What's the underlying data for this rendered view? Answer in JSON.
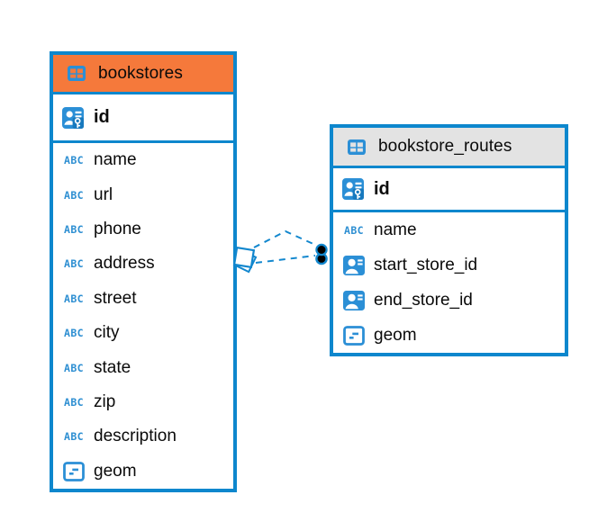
{
  "diagram": {
    "type": "entity-relationship",
    "abc_icon_label": "ABC",
    "colors": {
      "table_border_blue": "#0d87cd",
      "icon_blue": "#2b8fd6",
      "connector_blue": "#1287ce",
      "bookstores_header_orange": "#f5793b",
      "routes_header_gray": "#e3e3e3",
      "text_black": "#0a0a0a"
    },
    "tables": [
      {
        "name": "bookstores",
        "columns": [
          {
            "name": "id",
            "icon": "primary-key-icon"
          },
          {
            "name": "name",
            "icon": "text-type-icon"
          },
          {
            "name": "url",
            "icon": "text-type-icon"
          },
          {
            "name": "phone",
            "icon": "text-type-icon"
          },
          {
            "name": "address",
            "icon": "text-type-icon"
          },
          {
            "name": "street",
            "icon": "text-type-icon"
          },
          {
            "name": "city",
            "icon": "text-type-icon"
          },
          {
            "name": "state",
            "icon": "text-type-icon"
          },
          {
            "name": "zip",
            "icon": "text-type-icon"
          },
          {
            "name": "description",
            "icon": "text-type-icon"
          },
          {
            "name": "geom",
            "icon": "geometry-type-icon"
          }
        ]
      },
      {
        "name": "bookstore_routes",
        "columns": [
          {
            "name": "id",
            "icon": "primary-key-icon"
          },
          {
            "name": "name",
            "icon": "text-type-icon"
          },
          {
            "name": "start_store_id",
            "icon": "reference-type-icon"
          },
          {
            "name": "end_store_id",
            "icon": "reference-type-icon"
          },
          {
            "name": "geom",
            "icon": "geometry-type-icon"
          }
        ]
      }
    ],
    "connector": {
      "from": "bookstores",
      "to": "bookstore_routes",
      "style": "dashed"
    }
  }
}
